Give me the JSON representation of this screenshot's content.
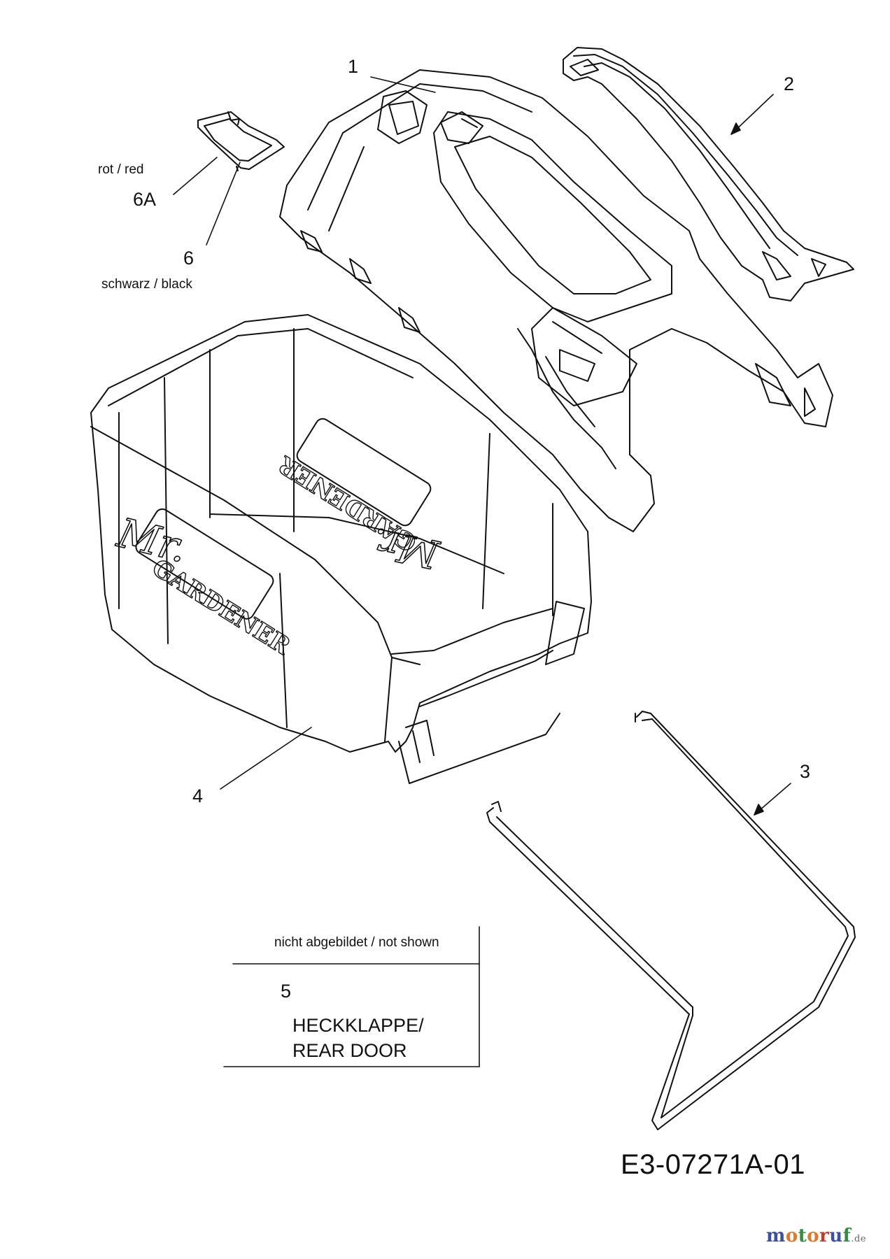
{
  "callouts": {
    "c1": "1",
    "c2": "2",
    "c3": "3",
    "c4": "4",
    "c6": "6",
    "c6a": "6A"
  },
  "colors_note": {
    "red": "rot / red",
    "black": "schwarz / black"
  },
  "not_shown_box": {
    "header": "nicht abgebildet / not shown",
    "number": "5",
    "line1": "HECKKLAPPE/",
    "line2": "REAR DOOR"
  },
  "brand_logo": {
    "script": "Mr.",
    "word": "GARDENER"
  },
  "drawing_code": "E3-07271A-01",
  "watermark": {
    "parts": [
      "m",
      "o",
      "t",
      "o",
      "r",
      "u",
      "f"
    ],
    "suffix": ".de"
  }
}
